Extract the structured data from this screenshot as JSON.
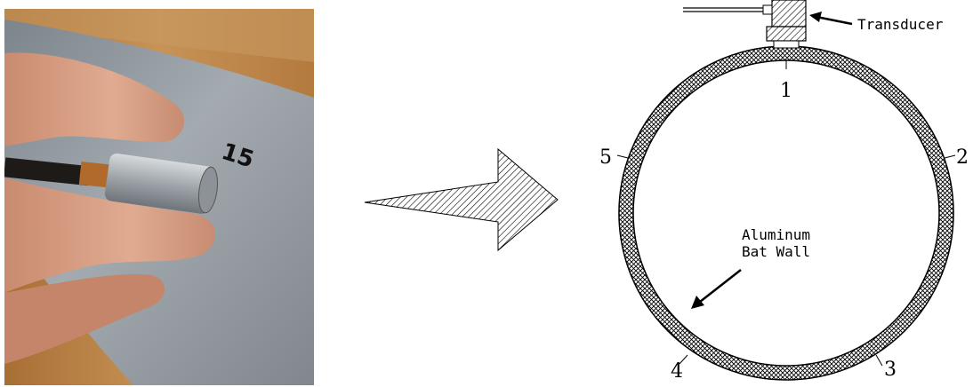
{
  "photo": {
    "surface_marking": "15",
    "colors": {
      "wood": "#b9844a",
      "tube": "#8f979e",
      "skin": "#d9a287",
      "probe_metal": "#b4b9bd"
    }
  },
  "diagram": {
    "transducer_label": "Transducer",
    "wall_label_line1": "Aluminum",
    "wall_label_line2": "Bat Wall",
    "positions": [
      "1",
      "2",
      "3",
      "4",
      "5"
    ]
  }
}
